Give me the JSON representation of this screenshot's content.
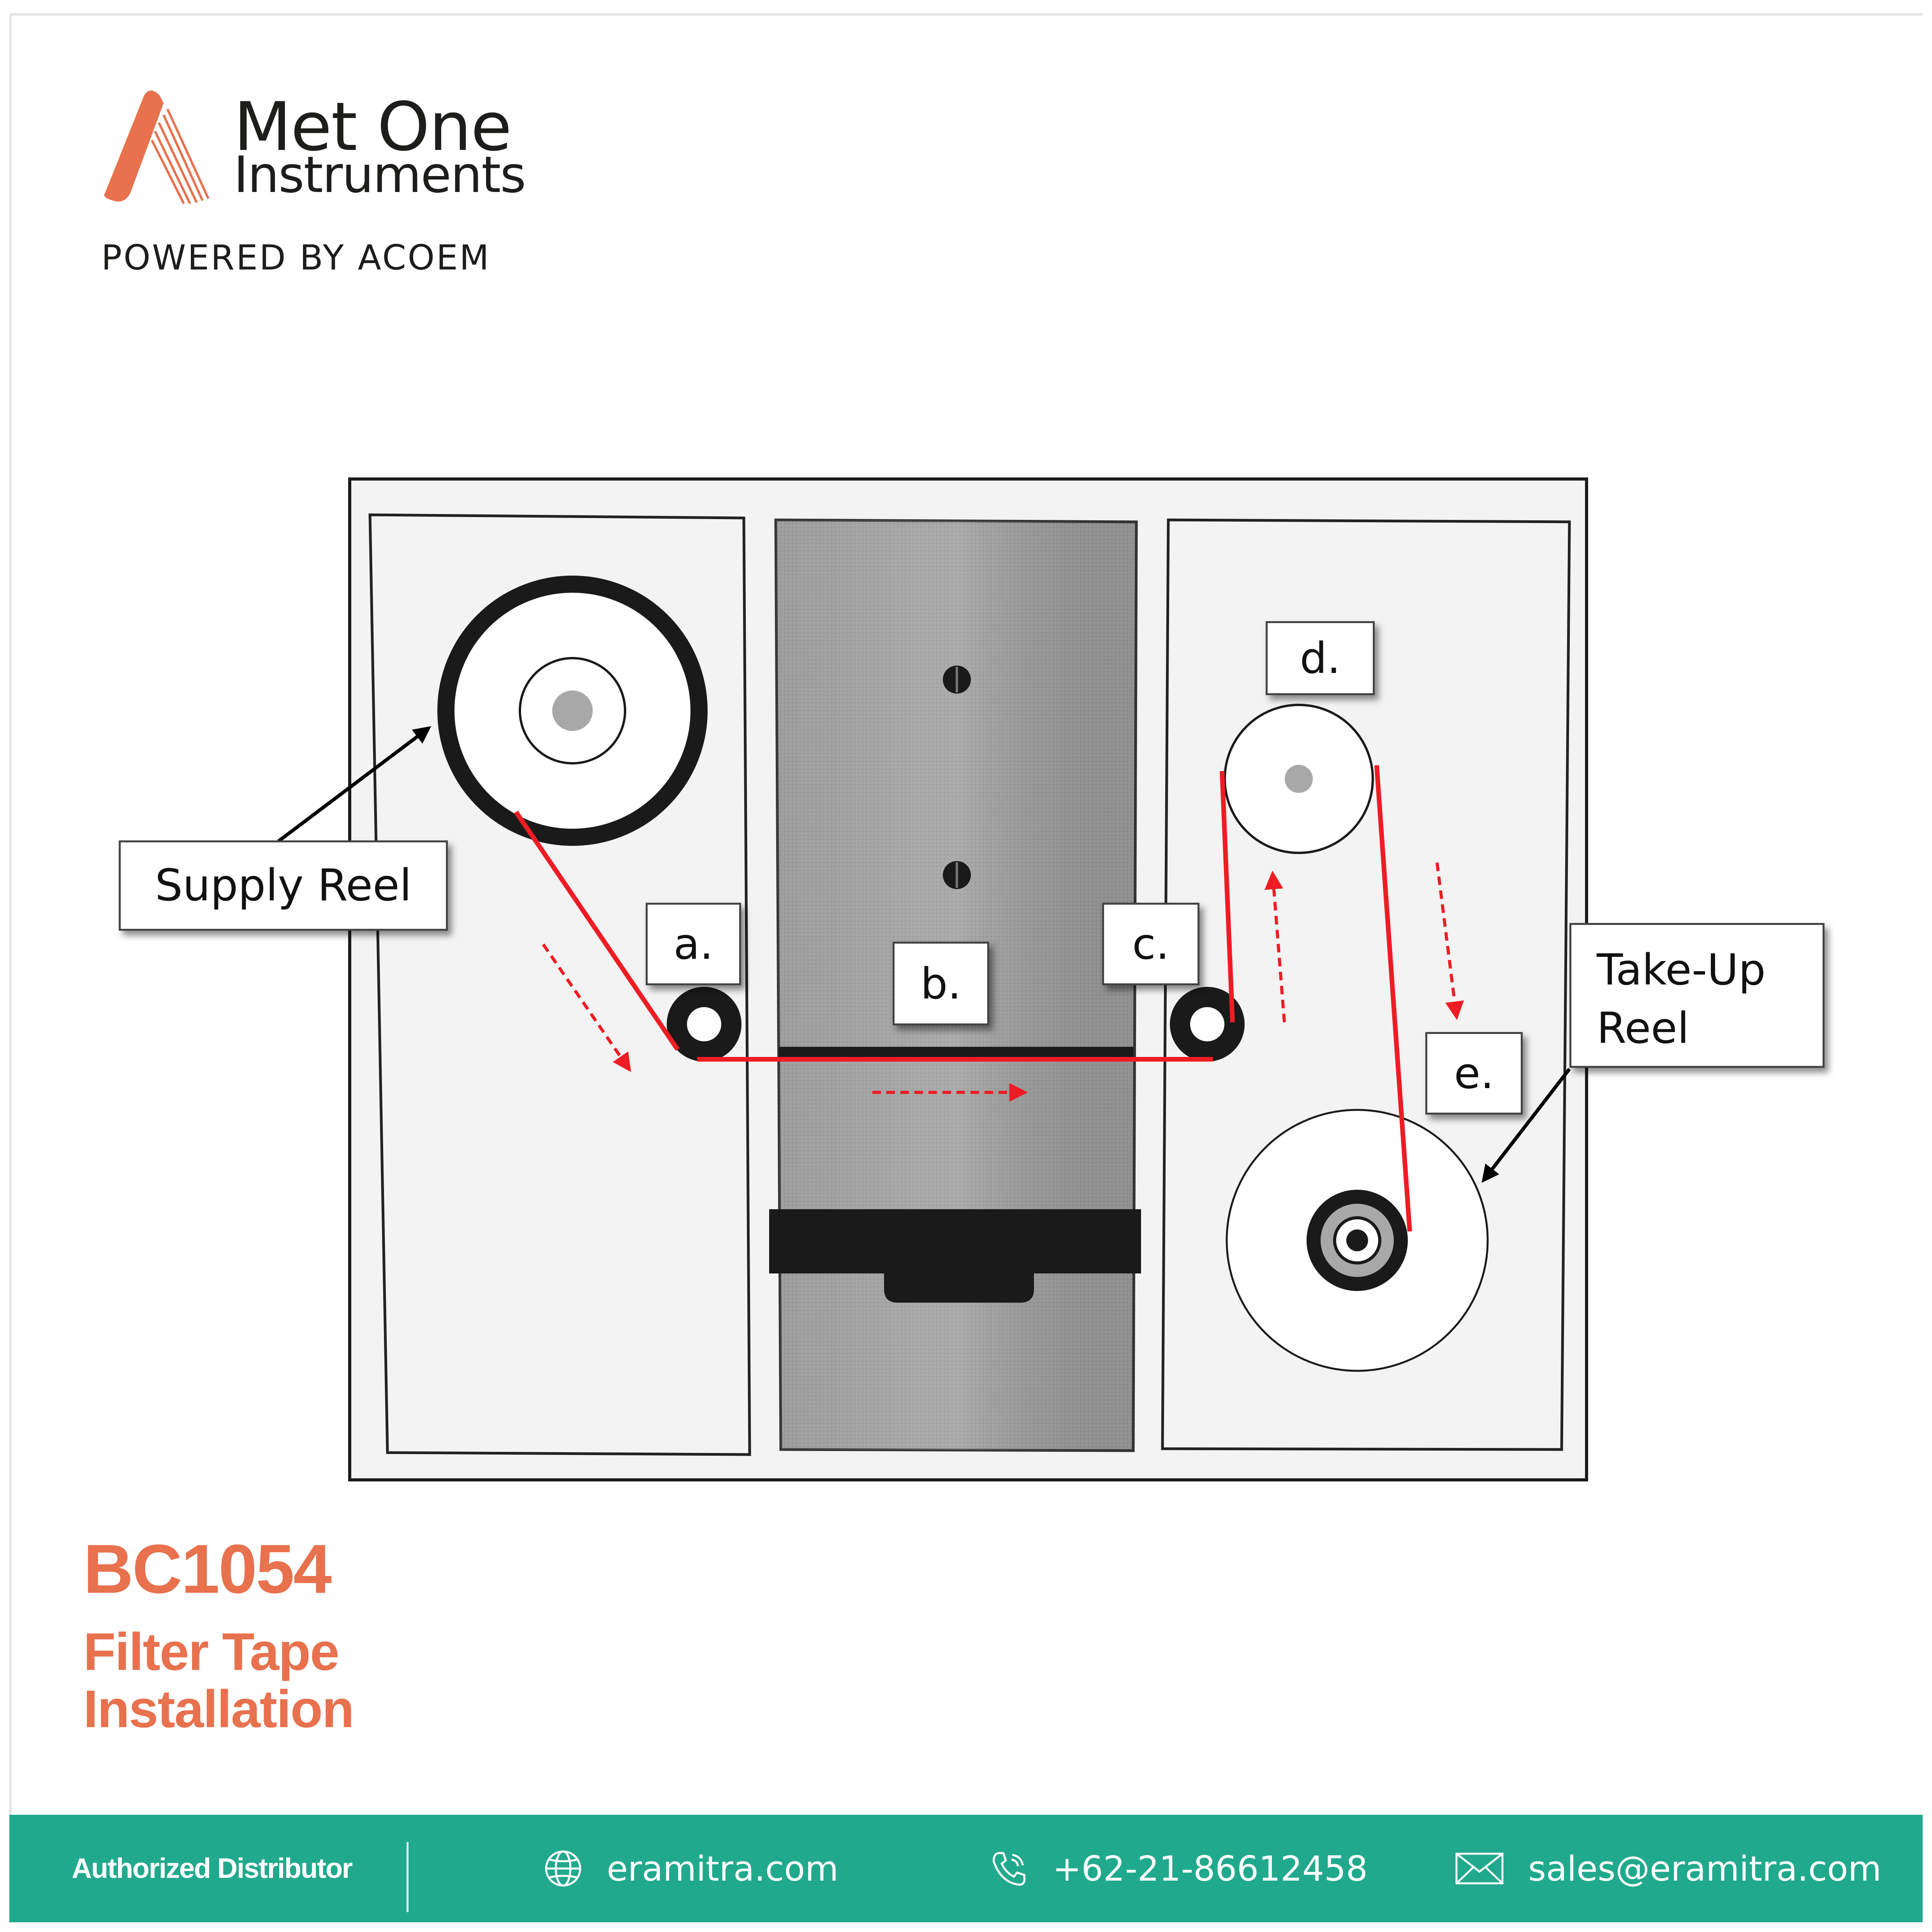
{
  "brand": {
    "name_line1": "Met One",
    "name_line2": "Instruments",
    "tagline": "POWERED BY ACOEM",
    "color": "#e8714e"
  },
  "diagram": {
    "labels": {
      "supply_reel": "Supply Reel",
      "take_up_reel": [
        "Take-Up",
        "Reel"
      ],
      "a": "a.",
      "b": "b.",
      "c": "c.",
      "d": "d.",
      "e": "e."
    },
    "tape_color": "#ee1c24"
  },
  "title": {
    "model": "BC1054",
    "line1": "Filter Tape",
    "line2": "Installation"
  },
  "footer": {
    "authorized": "Authorized Distributor",
    "website": "eramitra.com",
    "phone": "+62-21-86612458",
    "email": "sales@eramitra.com",
    "icons": [
      "globe-icon",
      "phone-icon",
      "mail-icon"
    ],
    "background": "#21a98d"
  }
}
